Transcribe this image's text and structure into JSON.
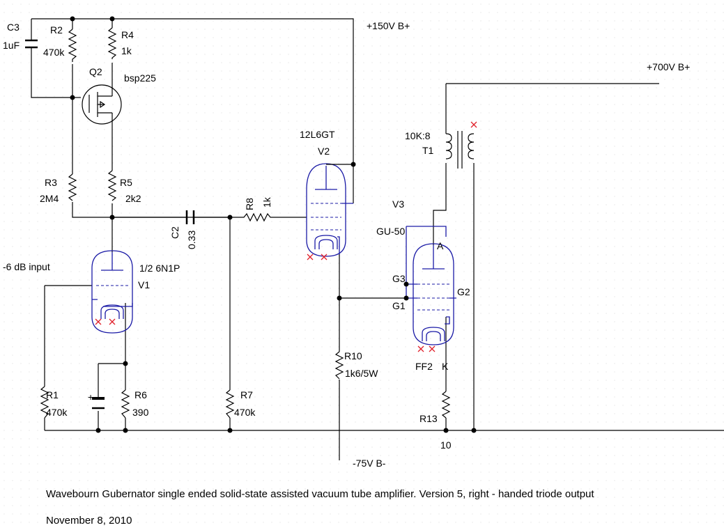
{
  "rails": {
    "b150": "+150V B+",
    "b700": "+700V B+",
    "bminus": "-75V B-"
  },
  "components": {
    "c3": {
      "ref": "C3",
      "value": "1uF"
    },
    "r2": {
      "ref": "R2",
      "value": "470k"
    },
    "r4": {
      "ref": "R4",
      "value": "1k"
    },
    "q2": {
      "ref": "Q2",
      "value": "bsp225"
    },
    "r3": {
      "ref": "R3",
      "value": "2M4"
    },
    "r5": {
      "ref": "R5",
      "value": "2k2"
    },
    "c2": {
      "ref": "C2",
      "value": "0.33"
    },
    "r8": {
      "ref": "R8",
      "value": "1k"
    },
    "v2": {
      "ref": "V2",
      "value": "12L6GT"
    },
    "t1": {
      "ref": "T1",
      "value": "10K:8"
    },
    "v3": {
      "ref": "V3",
      "value": "GU-50"
    },
    "v1": {
      "ref": "V1",
      "value": "1/2 6N1P"
    },
    "r10": {
      "ref": "R10",
      "value": "1k6/5W"
    },
    "r1": {
      "ref": "R1",
      "value": "470k"
    },
    "r6": {
      "ref": "R6",
      "value": "390"
    },
    "r7": {
      "ref": "R7",
      "value": "470k"
    },
    "r13": {
      "ref": "R13",
      "value": "10"
    }
  },
  "pins": {
    "a": "A",
    "g3": "G3",
    "g2": "G2",
    "g1": "G1",
    "ff2": "FF2",
    "k": "K",
    "plus": "+"
  },
  "input_label": "-6 dB input",
  "caption": "Wavebourn Gubernator single ended solid-state assisted vacuum tube amplifier. Version 5, right - handed triode output",
  "date": "November 8, 2010"
}
